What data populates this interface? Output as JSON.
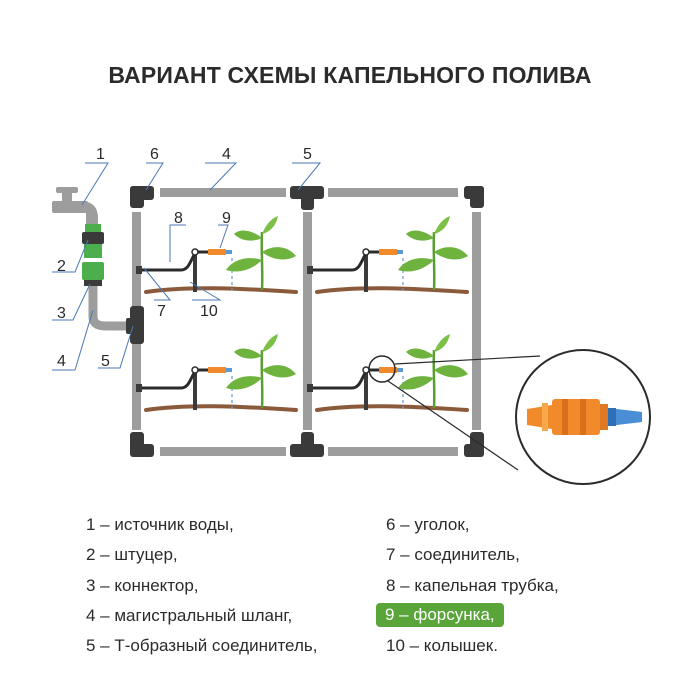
{
  "title": "ВАРИАНТ СХЕМЫ КАПЕЛЬНОГО ПОЛИВА",
  "callouts": {
    "n1": "1",
    "n2": "2",
    "n3": "3",
    "n4": "4",
    "n5": "5",
    "n6": "6",
    "n4b": "4",
    "n5b": "5",
    "n8": "8",
    "n9": "9",
    "n7": "7",
    "n10": "10"
  },
  "legend": [
    "1 – источник воды,",
    "2 – штуцер,",
    "3 – коннектор,",
    "4 – магистральный шланг,",
    "5 – Т-образный соединитель,",
    "6 – уголок,",
    "7 – соединитель,",
    "8 – капельная трубка,",
    "9 – форсунка,",
    "10 – колышек."
  ],
  "highlighted_legend_item": "9 – форсунка,",
  "colors": {
    "pipe": "#9d9d9d",
    "connector": "#3a3a3a",
    "soil": "#8a5a3a",
    "plant": "#6fb33f",
    "nozzle": "#f08a2a",
    "highlight": "#5aa53a",
    "faucet_green": "#4cae4c"
  }
}
